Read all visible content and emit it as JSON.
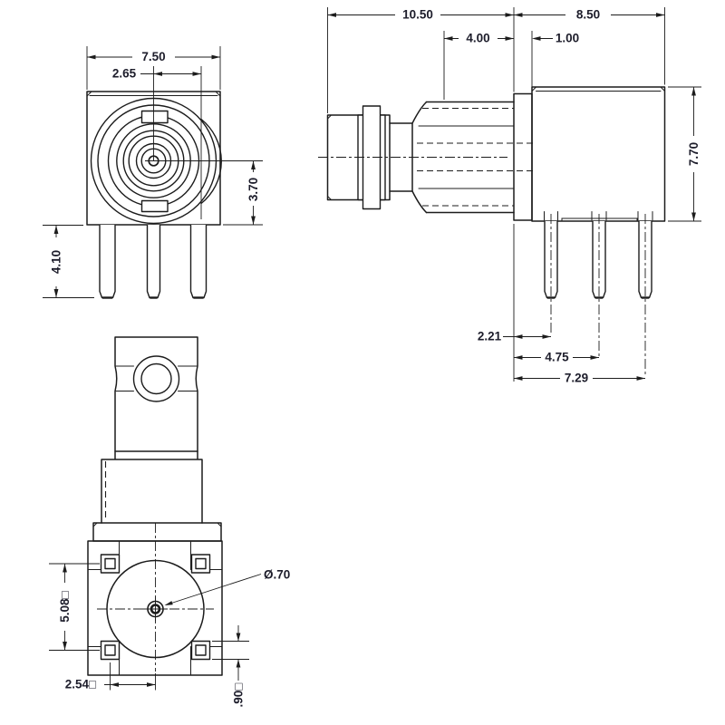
{
  "drawing_type": "connector-engineering-drawing",
  "colors": {
    "line": "#1c1c1c",
    "dim_text": "#1d1d2b",
    "background": "#ffffff"
  },
  "front_view": {
    "width": "7.50",
    "center_offset": "2.65",
    "center_to_bottom": "3.70",
    "leg_length": "4.10"
  },
  "side_view": {
    "overall_length": "10.50",
    "body_length": "8.50",
    "hex_length": "4.00",
    "front_offset": "1.00",
    "body_height": "7.70",
    "pin1_offset": "2.21",
    "pin2_offset": "4.75",
    "pin3_offset": "7.29"
  },
  "bottom_view": {
    "pad_row_spacing": "5.08□",
    "pad_pitch": "2.54□",
    "pad_size": ".90□",
    "center_pin_diameter": "Ø.70"
  }
}
